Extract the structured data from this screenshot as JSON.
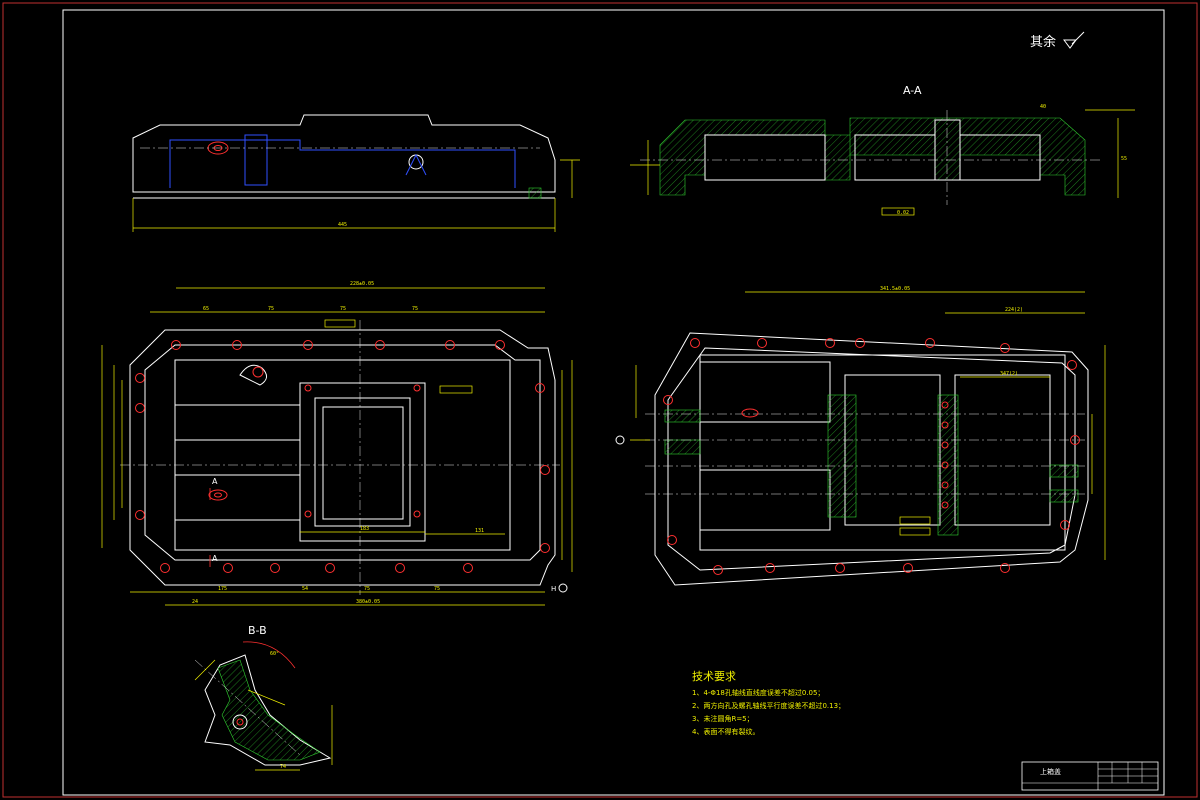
{
  "drawing": {
    "surface_note": "其余",
    "section_aa_label": "A-A",
    "section_bb_label": "B-B",
    "section_a_mark": "A",
    "datum_h": "H",
    "tech_requirements": {
      "title": "技术要求",
      "items": [
        "1、4-Φ18孔轴线直线度误差不超过0.05；",
        "2、两方向孔及螺孔轴线平行度误差不超过0.13；",
        "3、未注圆角R=5；",
        "4、表面不得有裂纹。"
      ]
    },
    "title_block": {
      "part_name": "上箱盖"
    },
    "dimensions": {
      "front_length": "445",
      "plan_width_overall": "228±0.05",
      "plan_bottom_overall": "380±0.05",
      "plan_spacing_65": "65",
      "plan_spacing_75": "75",
      "plan_spacing_54": "54",
      "plan_spacing_175": "175",
      "plan_right_183": "183",
      "plan_right_131": "131",
      "plan_left_24": "24",
      "bottom_view_top": "341.5±0.05",
      "bottom_view_right": "224(2)",
      "bottom_view_inner": "347(2)",
      "section_bb_angle": "60°",
      "section_bb_width": "74",
      "aa_height": "55",
      "aa_width": "40",
      "aa_flatness": "0.02"
    }
  }
}
